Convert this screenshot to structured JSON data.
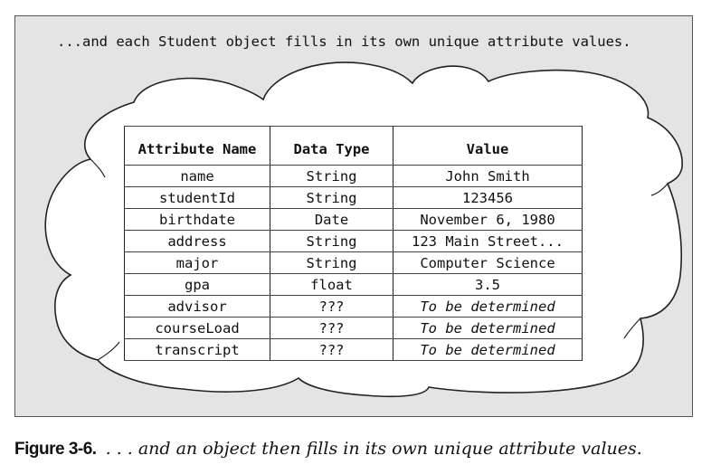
{
  "top_caption": "...and each Student object fills in its own unique attribute values.",
  "table": {
    "headers": [
      "Attribute Name",
      "Data Type",
      "Value"
    ],
    "rows": [
      {
        "name": "name",
        "type": "String",
        "value": "John Smith",
        "pending": false
      },
      {
        "name": "studentId",
        "type": "String",
        "value": "123456",
        "pending": false
      },
      {
        "name": "birthdate",
        "type": "Date",
        "value": "November 6, 1980",
        "pending": false
      },
      {
        "name": "address",
        "type": "String",
        "value": "123 Main Street...",
        "pending": false
      },
      {
        "name": "major",
        "type": "String",
        "value": "Computer Science",
        "pending": false
      },
      {
        "name": "gpa",
        "type": "float",
        "value": "3.5",
        "pending": false
      },
      {
        "name": "advisor",
        "type": "???",
        "value": "To be determined",
        "pending": true
      },
      {
        "name": "courseLoad",
        "type": "???",
        "value": "To be determined",
        "pending": true
      },
      {
        "name": "transcript",
        "type": "???",
        "value": "To be determined",
        "pending": true
      }
    ]
  },
  "figure_caption": {
    "label": "Figure 3-6.",
    "text": ". . . and an object then fills in its own unique attribute values."
  },
  "colors": {
    "panel_background": "#e4e4e4",
    "cloud_fill": "#ffffff",
    "line": "#222222"
  }
}
